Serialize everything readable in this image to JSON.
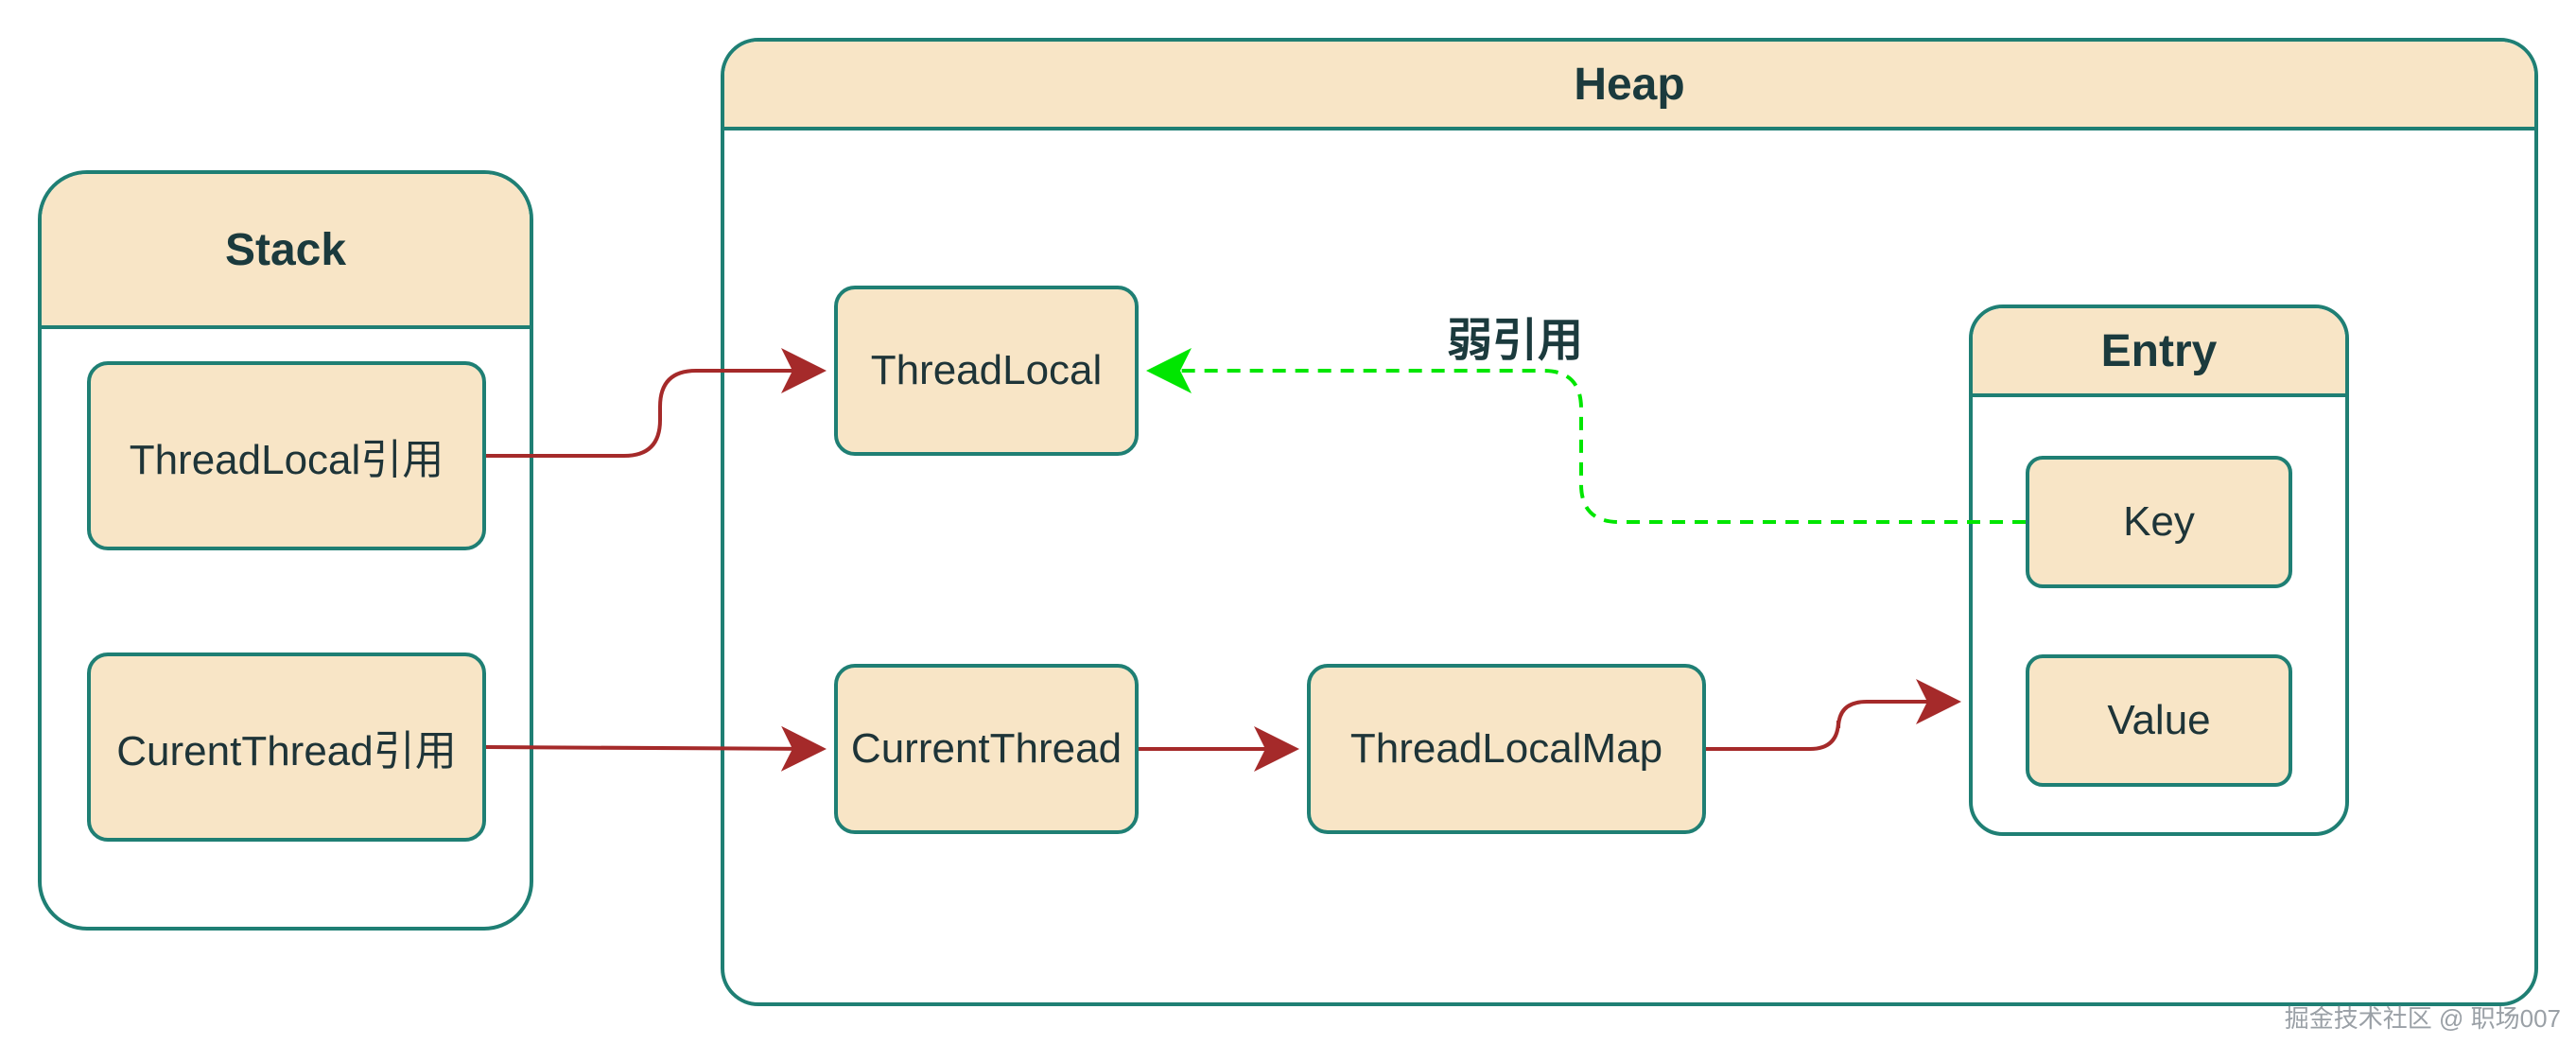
{
  "containers": {
    "stack": {
      "title": "Stack"
    },
    "heap": {
      "title": "Heap"
    },
    "entry": {
      "title": "Entry"
    }
  },
  "nodes": {
    "threadlocal_ref": "ThreadLocal引用",
    "currentthread_ref": "CurentThread引用",
    "threadlocal": "ThreadLocal",
    "currentthread": "CurrentThread",
    "threadlocalmap": "ThreadLocalMap",
    "key": "Key",
    "value": "Value"
  },
  "edge_labels": {
    "weak_ref": "弱引用"
  },
  "colors": {
    "fill": "#f8e5c6",
    "stroke": "#1f7f74",
    "strong_edge": "#a52a2a",
    "weak_edge": "#00e600",
    "text": "#1b3a3d"
  },
  "watermark": "掘金技术社区 @ 职场007"
}
